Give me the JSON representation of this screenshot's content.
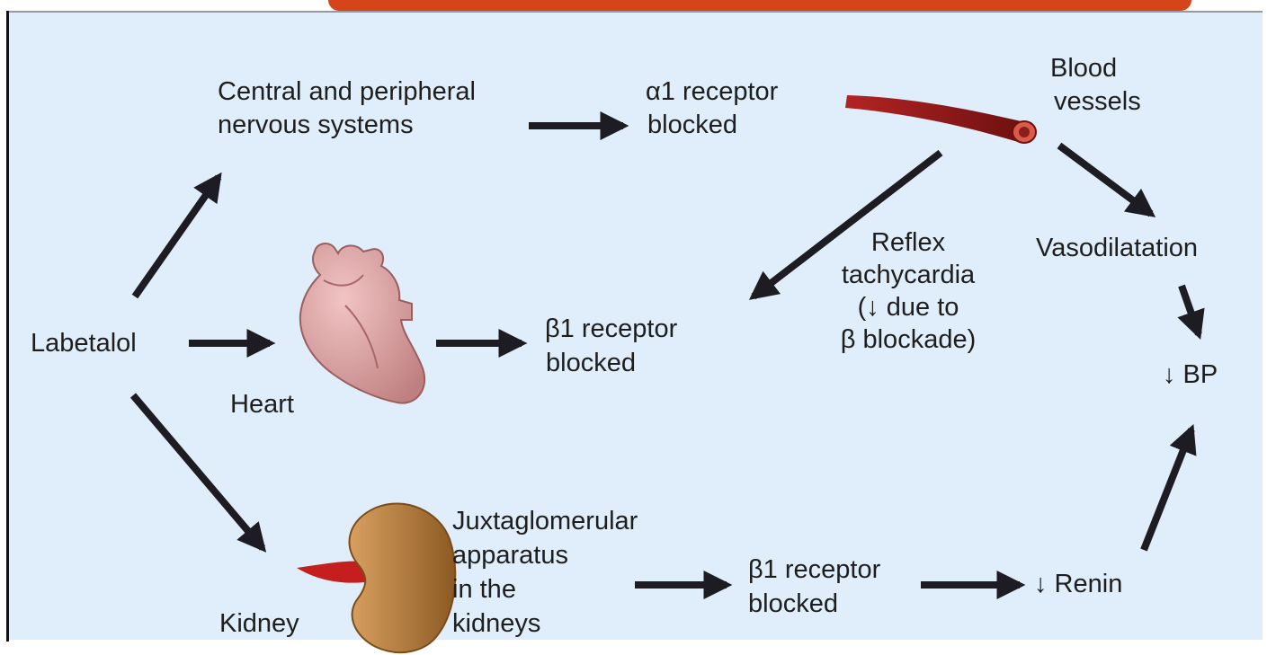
{
  "labels": {
    "labetalol": "Labetalol",
    "cns_line1": "Central and peripheral",
    "cns_line2": "nervous systems",
    "alpha_line1": "α1 receptor",
    "alpha_line2": "blocked",
    "blood_line1": "Blood",
    "blood_line2": "vessels",
    "vasodilatation": "Vasodilatation",
    "bp": "↓ BP",
    "reflex_line1": "Reflex",
    "reflex_line2": "tachycardia",
    "reflex_line3": "(↓ due to",
    "reflex_line4": "β blockade)",
    "beta_heart_line1": "β1 receptor",
    "beta_heart_line2": "blocked",
    "heart": "Heart",
    "jga_line1": "Juxtaglomerular",
    "jga_line2": "apparatus",
    "jga_line3": "in the",
    "jga_line4": "kidneys",
    "beta_kidney_line1": "β1 receptor",
    "beta_kidney_line2": "blocked",
    "renin": "↓ Renin",
    "kidney": "Kidney"
  },
  "colors": {
    "background": "#dfeefa",
    "arrow": "#1c1c22",
    "banner": "#d6441a",
    "vessel": "#8e1a1a",
    "heart": "#d9a0a0",
    "kidney": "#c98a3e"
  },
  "icons": [
    "heart-illustration",
    "kidney-illustration",
    "blood-vessel-illustration"
  ]
}
